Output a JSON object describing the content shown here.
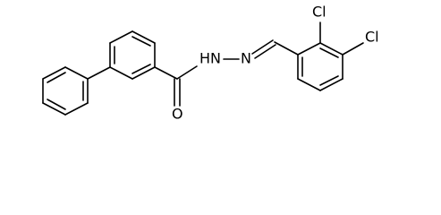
{
  "structure": {
    "atoms": {
      "cl_ortho": "Cl",
      "cl_para": "Cl",
      "amide_nh": "HN",
      "imine_n": "N",
      "carbonyl_o": "O"
    }
  }
}
